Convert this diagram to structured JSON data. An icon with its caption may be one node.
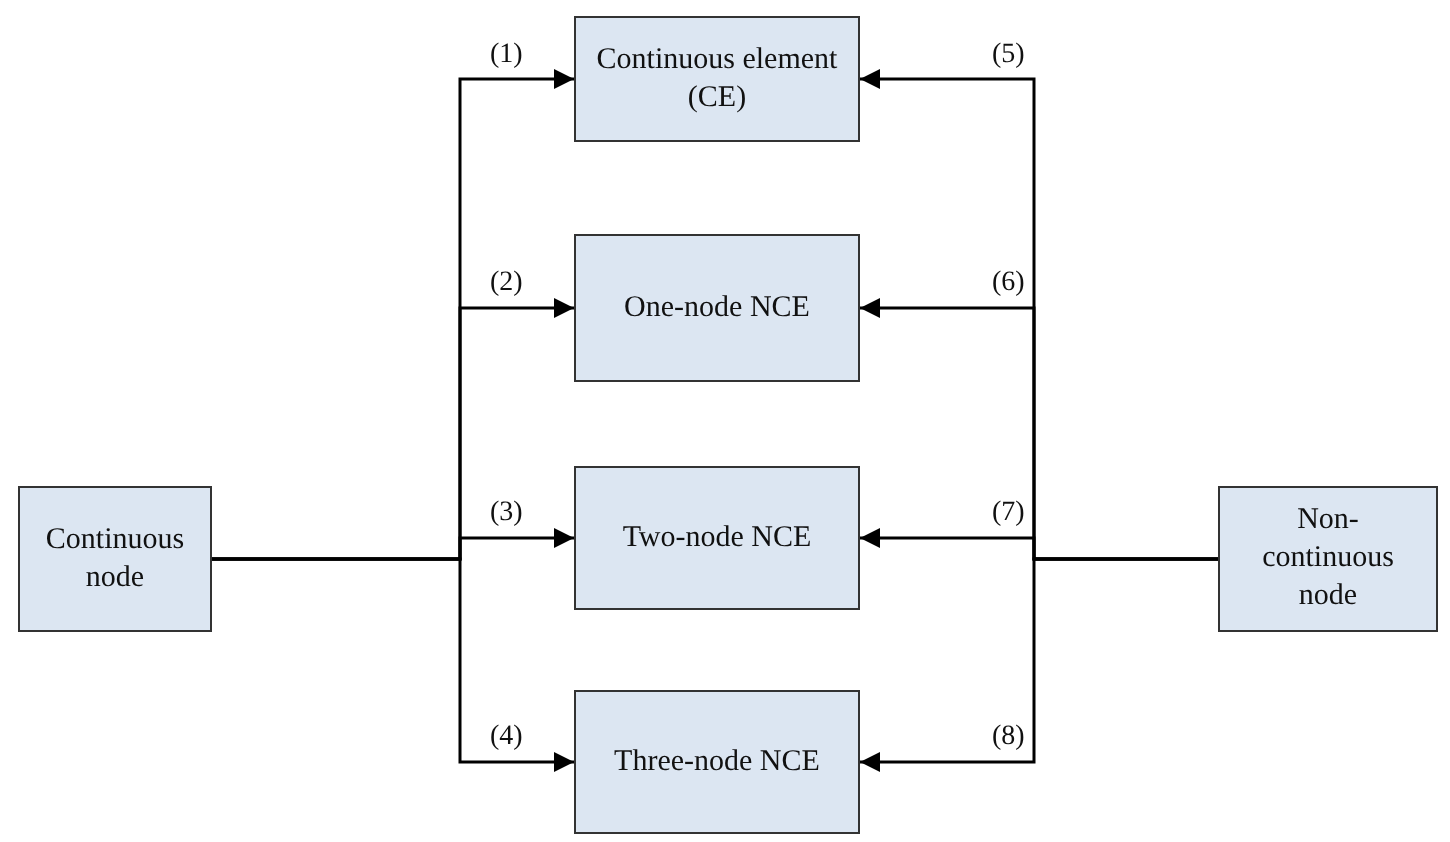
{
  "diagram": {
    "nodes": [
      {
        "text": [
          "Continuous node"
        ]
      },
      {
        "text": [
          "Continuous element (CE)"
        ]
      },
      {
        "text": [
          "One-node NCE"
        ]
      },
      {
        "text": [
          "Two-node NCE"
        ]
      },
      {
        "text": [
          "Three-node NCE"
        ]
      },
      {
        "text": [
          "Non-continuous node"
        ]
      }
    ],
    "edges": [
      {
        "from": 0,
        "to": 1,
        "arrow": "to",
        "label": "(1)"
      },
      {
        "from": 0,
        "to": 2,
        "arrow": "to",
        "label": "(2)"
      },
      {
        "from": 0,
        "to": 3,
        "arrow": "to",
        "label": "(3)"
      },
      {
        "from": 0,
        "to": 4,
        "arrow": "to",
        "label": "(4)"
      },
      {
        "from": 5,
        "to": 1,
        "arrow": "to",
        "label": "(5)"
      },
      {
        "from": 5,
        "to": 2,
        "arrow": "to",
        "label": "(6)"
      },
      {
        "from": 5,
        "to": 3,
        "arrow": "to",
        "label": "(7)"
      },
      {
        "from": 5,
        "to": 4,
        "arrow": "to",
        "label": "(8)"
      }
    ]
  }
}
